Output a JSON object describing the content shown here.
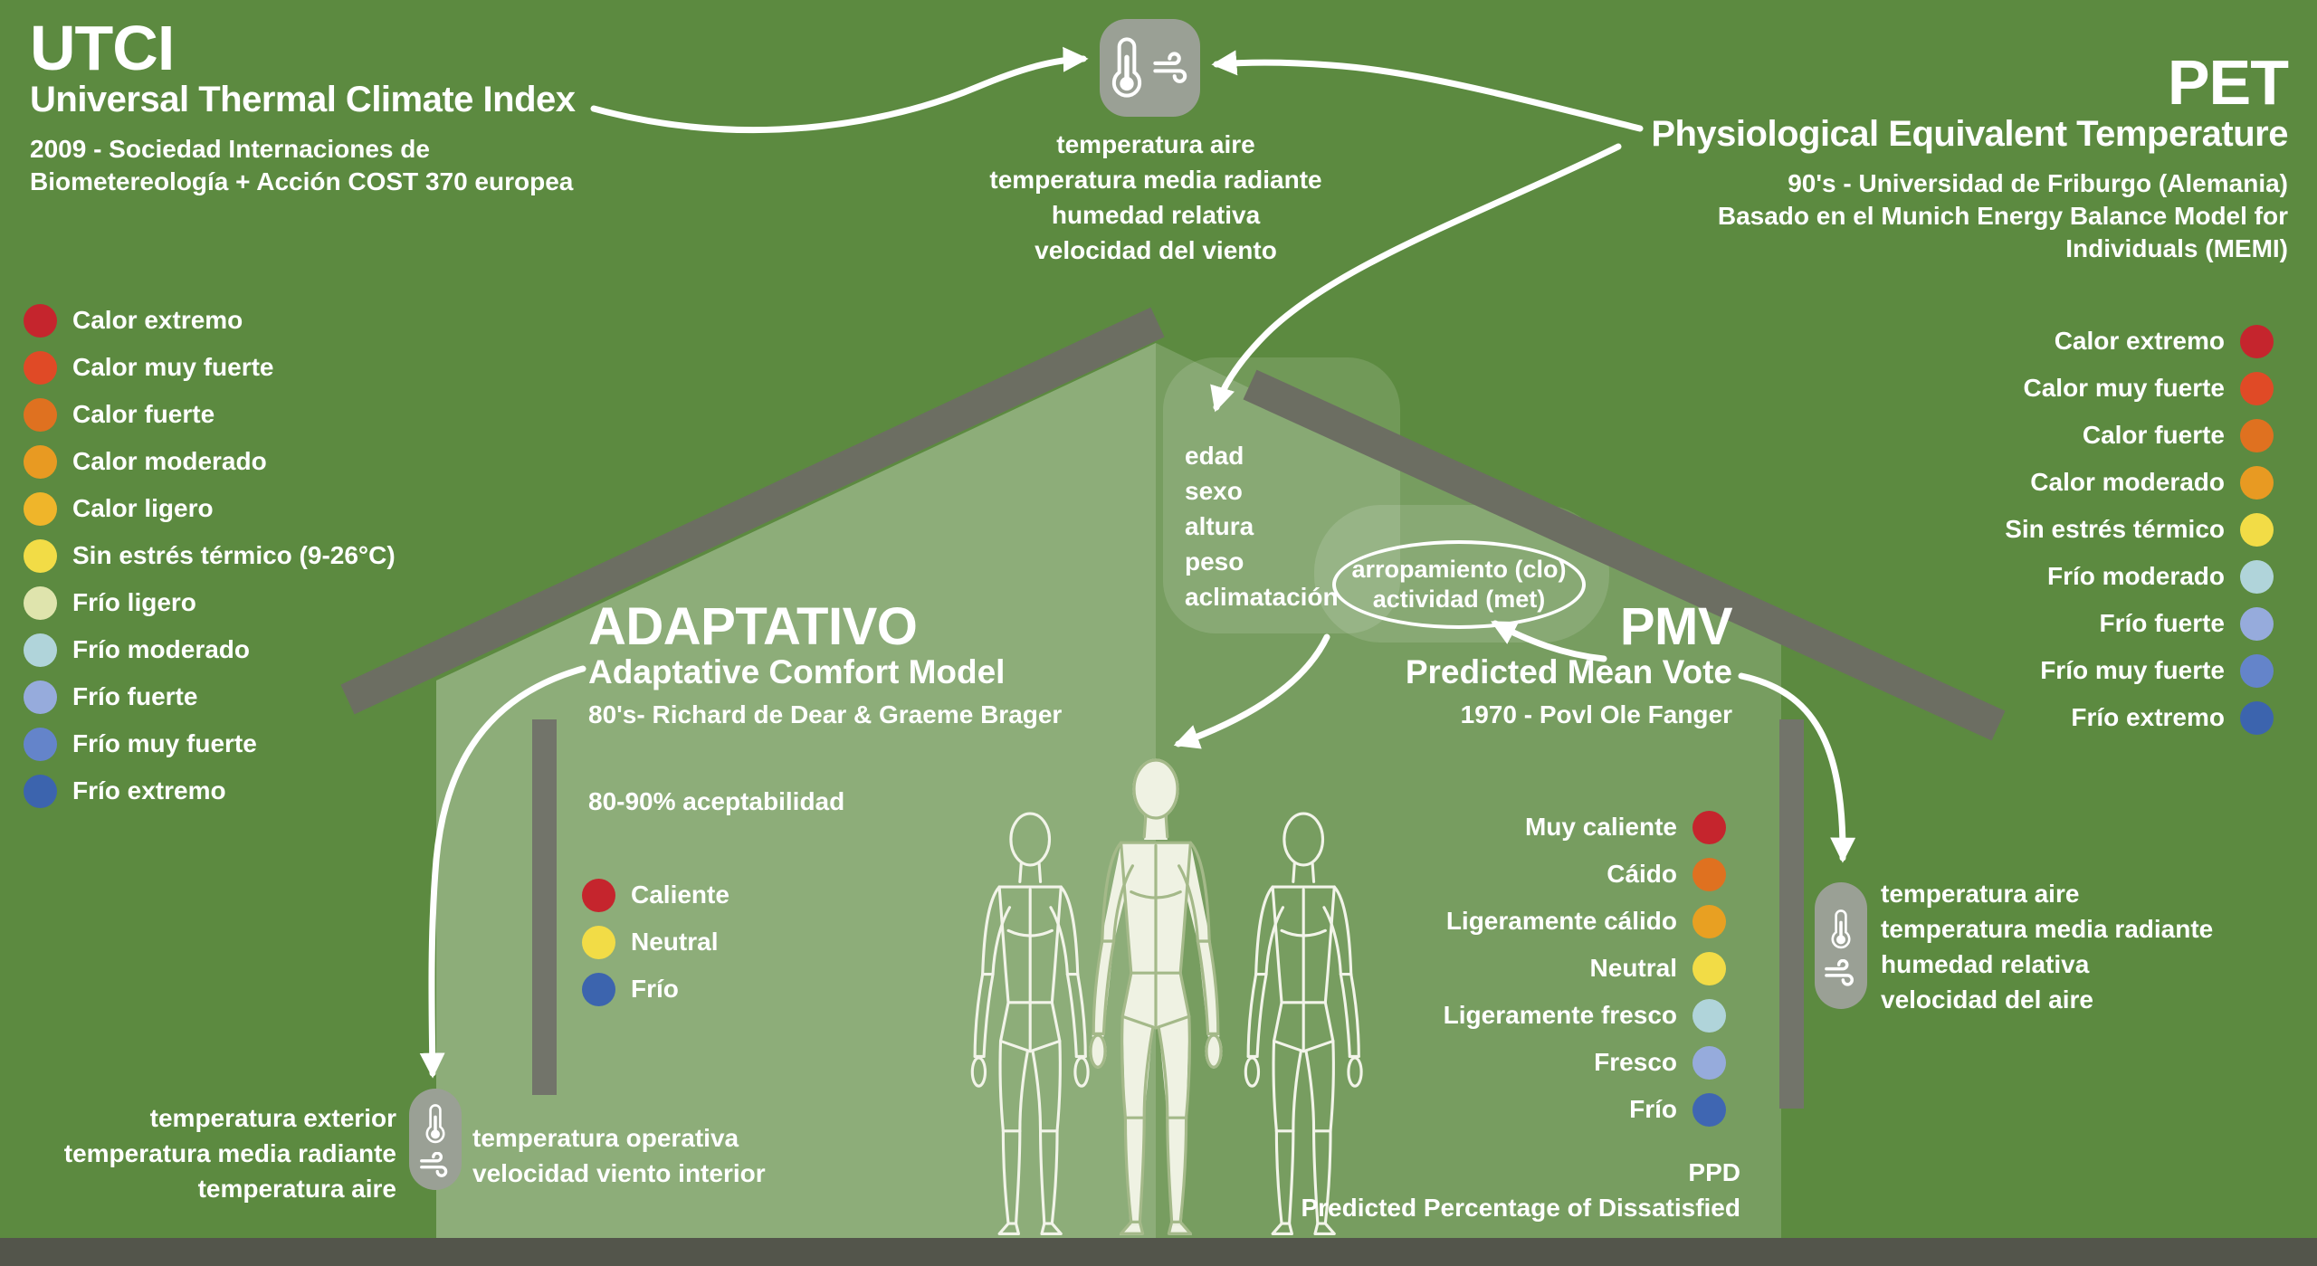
{
  "colors": {
    "background": "#5c8a40",
    "house_tint_left": "rgba(255,255,255,0.30)",
    "house_tint_right": "rgba(255,255,255,0.17)",
    "roof": "#6c6e62",
    "stud": "#72746a",
    "floor": "#53554b",
    "badge": "#9aa095",
    "text": "#ffffff"
  },
  "utci": {
    "title": "UTCI",
    "subtitle": "Universal Thermal Climate Index",
    "description": [
      "2009 - Sociedad Internaciones de",
      "Biometereología + Acción COST 370 europea"
    ],
    "legend": [
      {
        "label": "Calor extremo",
        "color": "#c5252d"
      },
      {
        "label": "Calor muy fuerte",
        "color": "#e04a26"
      },
      {
        "label": "Calor fuerte",
        "color": "#df7120"
      },
      {
        "label": "Calor moderado",
        "color": "#e89a22"
      },
      {
        "label": "Calor ligero",
        "color": "#efb52a"
      },
      {
        "label": "Sin estrés térmico (9-26°C)",
        "color": "#f2dc46"
      },
      {
        "label": "Frío ligero",
        "color": "#dfe4ad"
      },
      {
        "label": "Frío moderado",
        "color": "#b0d4da"
      },
      {
        "label": "Frío fuerte",
        "color": "#96abdc"
      },
      {
        "label": "Frío muy fuerte",
        "color": "#6484ca"
      },
      {
        "label": "Frío extremo",
        "color": "#3c64ae"
      }
    ]
  },
  "pet": {
    "title": "PET",
    "subtitle": "Physiological Equivalent Temperature",
    "description": [
      "90's - Universidad de Friburgo (Alemania)",
      "Basado en el Munich Energy Balance Model for",
      "Individuals (MEMI)"
    ],
    "legend": [
      {
        "label": "Calor extremo",
        "color": "#c5252d"
      },
      {
        "label": "Calor muy fuerte",
        "color": "#e04a26"
      },
      {
        "label": "Calor fuerte",
        "color": "#df7120"
      },
      {
        "label": "Calor moderado",
        "color": "#e89a22"
      },
      {
        "label": "Sin estrés térmico",
        "color": "#f2dc46"
      },
      {
        "label": "Frío moderado",
        "color": "#b0d4da"
      },
      {
        "label": "Frío fuerte",
        "color": "#96abdc"
      },
      {
        "label": "Frío muy fuerte",
        "color": "#6484ca"
      },
      {
        "label": "Frío extremo",
        "color": "#3c64ae"
      }
    ]
  },
  "environment_badge": {
    "lines": [
      "temperatura aire",
      "temperatura media radiante",
      "humedad relativa",
      "velocidad del viento"
    ]
  },
  "adaptativo": {
    "title": "ADAPTATIVO",
    "subtitle": "Adaptative Comfort Model",
    "authors": "80's- Richard de Dear & Graeme Brager",
    "acceptability": "80-90% aceptabilidad",
    "legend": [
      {
        "label": "Caliente",
        "color": "#c5252d"
      },
      {
        "label": "Neutral",
        "color": "#f2dc46"
      },
      {
        "label": "Frío",
        "color": "#3c64ae"
      }
    ]
  },
  "pmv": {
    "title": "PMV",
    "subtitle": "Predicted Mean Vote",
    "author": "1970 - Povl Ole Fanger",
    "legend": [
      {
        "label": "Muy caliente",
        "color": "#c5252d"
      },
      {
        "label": "Cáido",
        "color": "#df7120"
      },
      {
        "label": "Ligeramente cálido",
        "color": "#e8a022"
      },
      {
        "label": "Neutral",
        "color": "#f2dc46"
      },
      {
        "label": "Ligeramente fresco",
        "color": "#b0d4da"
      },
      {
        "label": "Fresco",
        "color": "#96abdc"
      },
      {
        "label": "Frío",
        "color": "#3f66b2"
      }
    ],
    "ppd_title": "PPD",
    "ppd_subtitle": "Predicted Percentage of Dissatisfied"
  },
  "personal_factors": {
    "lines": [
      "edad",
      "sexo",
      "altura",
      "peso",
      "aclimatación"
    ],
    "bubble": [
      "arropamiento (clo)",
      "actividad (met)"
    ]
  },
  "exterior_badge": {
    "left_lines": [
      "temperatura exterior",
      "temperatura media radiante",
      "temperatura aire"
    ],
    "right_lines": [
      "temperatura operativa",
      "velocidad viento interior"
    ]
  },
  "interior_badge": {
    "lines": [
      "temperatura aire",
      "temperatura media radiante",
      "humedad relativa",
      "velocidad del aire"
    ]
  }
}
